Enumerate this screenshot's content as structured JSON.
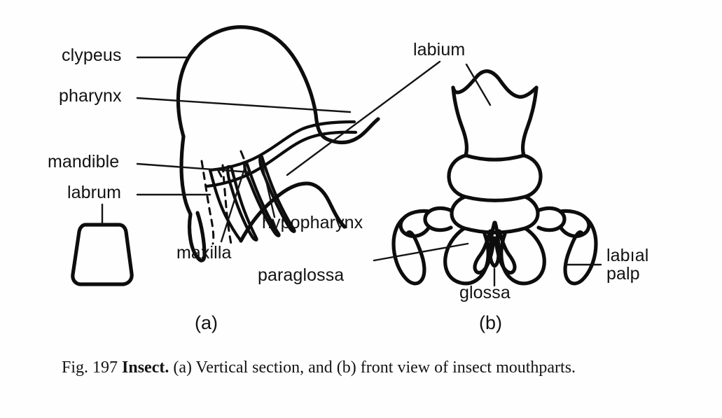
{
  "figure": {
    "caption_prefix": "Fig. 197 ",
    "caption_subject": "Insect.",
    "caption_rest": " (a) Vertical section, and (b) front view of insect mouthparts.",
    "panel_a_marker": "(a)",
    "panel_b_marker": "(b)",
    "ink_color": "#0d0d0d",
    "background_color": "#fefefe"
  },
  "labels": {
    "clypeus": "clypeus",
    "pharynx": "pharynx",
    "mandible": "mandible",
    "labrum": "labrum",
    "maxilla": "maxilla",
    "hypopharynx": "hypopharynx",
    "labium": "labium",
    "paraglossa": "paraglossa",
    "glossa": "glossa",
    "labial_palp_line1": "labıal",
    "labial_palp_line2": "palp"
  }
}
